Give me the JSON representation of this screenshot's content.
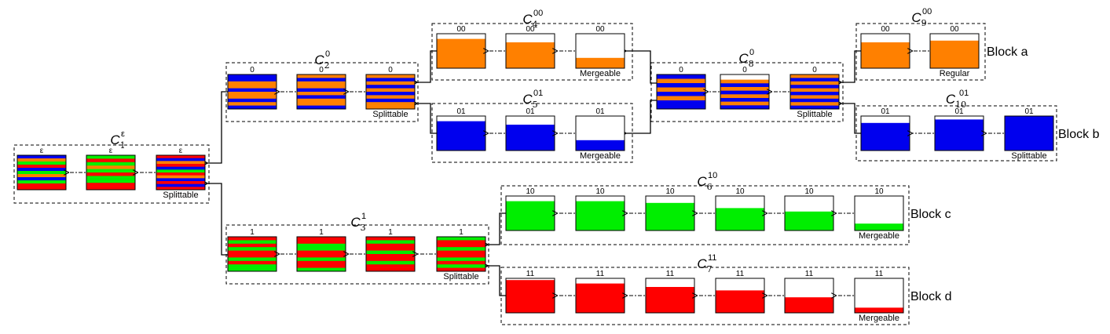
{
  "colors": {
    "orange": "#ff8000",
    "blue": "#0000ee",
    "green": "#00ee00",
    "red": "#ff0000",
    "white": "#ffffff",
    "border": "#000000"
  },
  "clusters": [
    {
      "id": "c1",
      "symbol": "C",
      "sub": "1",
      "sup": "ε",
      "boxes": [
        {
          "index": "ε",
          "pattern": "mixed-a",
          "level": 1.0
        },
        {
          "index": "ε",
          "pattern": "mixed-b",
          "level": 1.0
        },
        {
          "index": "ε",
          "pattern": "mixed-c",
          "level": 1.0,
          "status": "Splittable"
        }
      ]
    },
    {
      "id": "c2",
      "symbol": "C",
      "sub": "2",
      "sup": "0",
      "boxes": [
        {
          "index": "0",
          "pattern": "stripe-ob",
          "level": 1.0
        },
        {
          "index": "0",
          "pattern": "stripe-ob2",
          "level": 1.0
        },
        {
          "index": "0",
          "pattern": "stripe-ob3",
          "level": 1.0,
          "status": "Splittable"
        }
      ]
    },
    {
      "id": "c3",
      "symbol": "C",
      "sub": "3",
      "sup": "1",
      "boxes": [
        {
          "index": "1",
          "pattern": "stripe-rg",
          "level": 1.0
        },
        {
          "index": "1",
          "pattern": "stripe-rg2",
          "level": 1.0
        },
        {
          "index": "1",
          "pattern": "stripe-rg3",
          "level": 1.0
        },
        {
          "index": "1",
          "pattern": "stripe-rg4",
          "level": 1.0,
          "status": "Splittable"
        }
      ]
    },
    {
      "id": "c4",
      "symbol": "C",
      "sub": "4",
      "sup": "00",
      "boxes": [
        {
          "index": "00",
          "pattern": "orange",
          "level": 0.85
        },
        {
          "index": "00",
          "pattern": "orange",
          "level": 0.75
        },
        {
          "index": "00",
          "pattern": "orange",
          "level": 0.3,
          "status": "Mergeable"
        }
      ]
    },
    {
      "id": "c5",
      "symbol": "C",
      "sub": "5",
      "sup": "01",
      "boxes": [
        {
          "index": "01",
          "pattern": "blue",
          "level": 0.85
        },
        {
          "index": "01",
          "pattern": "blue",
          "level": 0.75
        },
        {
          "index": "01",
          "pattern": "blue",
          "level": 0.3,
          "status": "Mergeable"
        }
      ]
    },
    {
      "id": "c6",
      "symbol": "C",
      "sub": "6",
      "sup": "10",
      "block": "Block c",
      "boxes": [
        {
          "index": "10",
          "pattern": "green",
          "level": 0.85
        },
        {
          "index": "10",
          "pattern": "green",
          "level": 0.85
        },
        {
          "index": "10",
          "pattern": "green",
          "level": 0.8
        },
        {
          "index": "10",
          "pattern": "green",
          "level": 0.65
        },
        {
          "index": "10",
          "pattern": "green",
          "level": 0.55
        },
        {
          "index": "10",
          "pattern": "green",
          "level": 0.2,
          "status": "Mergeable"
        }
      ]
    },
    {
      "id": "c7",
      "symbol": "C",
      "sub": "7",
      "sup": "11",
      "block": "Block d",
      "boxes": [
        {
          "index": "11",
          "pattern": "red",
          "level": 0.95
        },
        {
          "index": "11",
          "pattern": "red",
          "level": 0.85
        },
        {
          "index": "11",
          "pattern": "red",
          "level": 0.75
        },
        {
          "index": "11",
          "pattern": "red",
          "level": 0.65
        },
        {
          "index": "11",
          "pattern": "red",
          "level": 0.45
        },
        {
          "index": "11",
          "pattern": "red",
          "level": 0.15,
          "status": "Mergeable"
        }
      ]
    },
    {
      "id": "c8",
      "symbol": "C",
      "sub": "8",
      "sup": "0",
      "boxes": [
        {
          "index": "0",
          "pattern": "stripe-bo",
          "level": 1.0
        },
        {
          "index": "0",
          "pattern": "stripe-bo2",
          "level": 0.85
        },
        {
          "index": "0",
          "pattern": "stripe-bo3",
          "level": 1.0,
          "status": "Splittable"
        }
      ]
    },
    {
      "id": "c9",
      "symbol": "C",
      "sub": "9",
      "sup": "00",
      "block": "Block a",
      "boxes": [
        {
          "index": "00",
          "pattern": "orange",
          "level": 0.75
        },
        {
          "index": "00",
          "pattern": "orange",
          "level": 0.8,
          "status": "Regular"
        }
      ]
    },
    {
      "id": "c10",
      "symbol": "C",
      "sub": "10",
      "sup": "01",
      "block": "Block b",
      "boxes": [
        {
          "index": "01",
          "pattern": "blue",
          "level": 0.8
        },
        {
          "index": "01",
          "pattern": "blue",
          "level": 0.9
        },
        {
          "index": "01",
          "pattern": "blue",
          "level": 1.0,
          "status": "Splittable"
        }
      ]
    }
  ]
}
